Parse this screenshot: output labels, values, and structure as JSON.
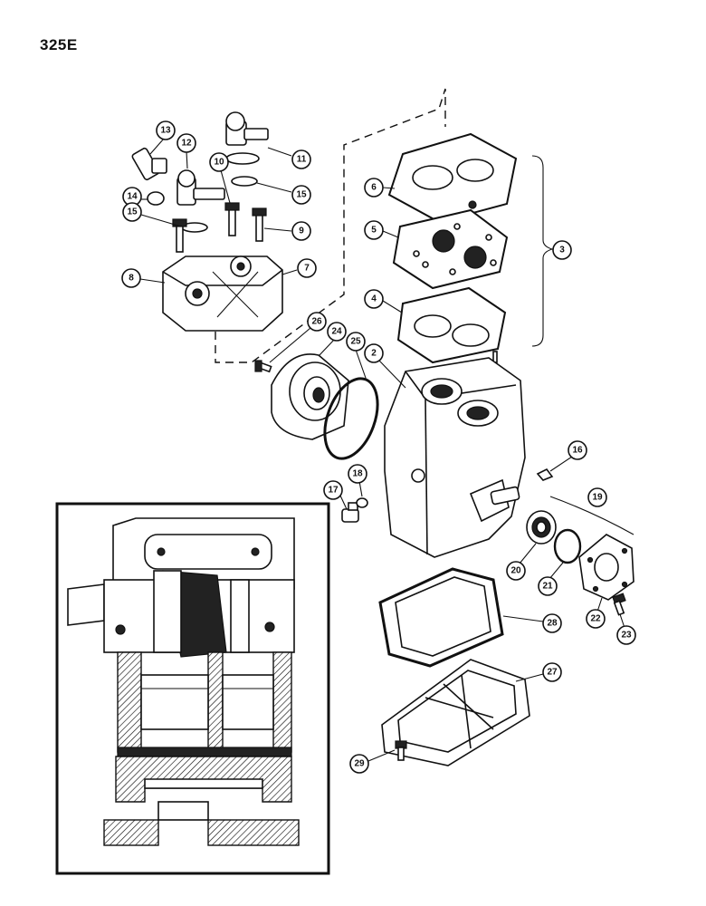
{
  "page": {
    "label": "325E"
  },
  "callouts": [
    {
      "id": "1",
      "label": "11"
    },
    {
      "id": "2",
      "label": "12"
    },
    {
      "id": "3",
      "label": "13"
    },
    {
      "id": "4",
      "label": "10"
    },
    {
      "id": "5",
      "label": "14"
    },
    {
      "id": "6",
      "label": "15"
    },
    {
      "id": "7",
      "label": "15"
    },
    {
      "id": "8",
      "label": "9"
    },
    {
      "id": "9",
      "label": "8"
    },
    {
      "id": "10",
      "label": "7"
    },
    {
      "id": "11",
      "label": "6"
    },
    {
      "id": "12",
      "label": "5"
    },
    {
      "id": "13",
      "label": "4"
    },
    {
      "id": "14",
      "label": "3"
    },
    {
      "id": "15",
      "label": "26"
    },
    {
      "id": "16",
      "label": "24"
    },
    {
      "id": "17",
      "label": "25"
    },
    {
      "id": "18",
      "label": "2"
    },
    {
      "id": "19",
      "label": "16"
    },
    {
      "id": "20",
      "label": "19"
    },
    {
      "id": "21",
      "label": "18"
    },
    {
      "id": "22",
      "label": "17"
    },
    {
      "id": "23",
      "label": "20"
    },
    {
      "id": "24",
      "label": "21"
    },
    {
      "id": "25",
      "label": "22"
    },
    {
      "id": "26",
      "label": "23"
    },
    {
      "id": "27",
      "label": "28"
    },
    {
      "id": "28",
      "label": "27"
    },
    {
      "id": "29",
      "label": "29"
    }
  ]
}
